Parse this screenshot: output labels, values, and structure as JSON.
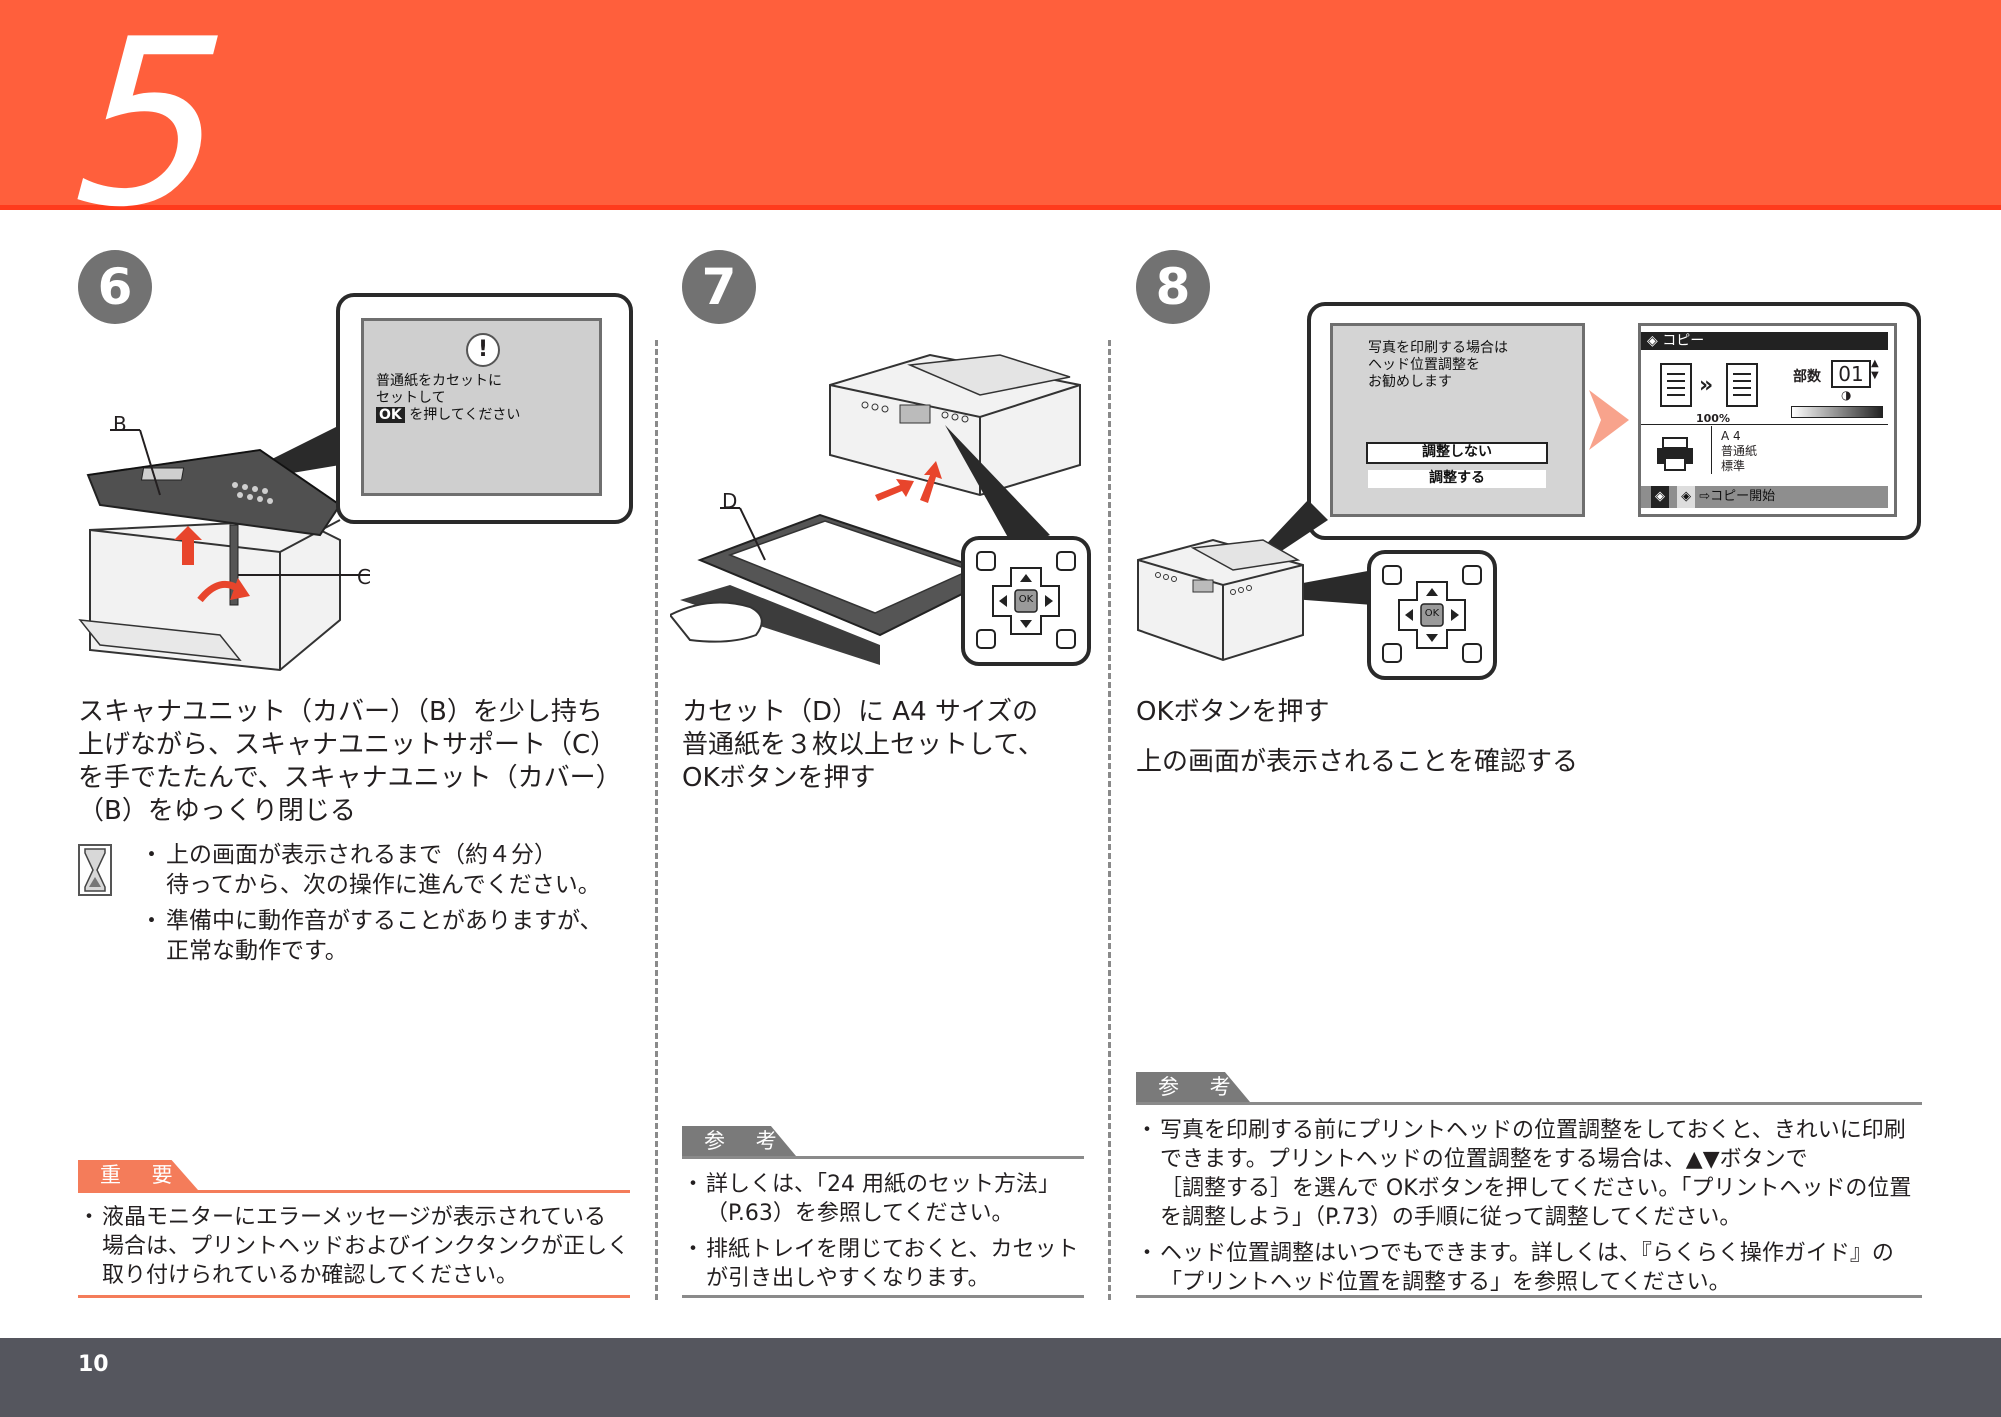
{
  "section_number": "5",
  "page_number": "10",
  "steps": [
    {
      "number": "6",
      "title_lines": [
        "スキャナユニット（カバー）（B）を少し持ち",
        "上げながら、スキャナユニットサポート（C）",
        "を手でたたんで、スキャナユニット（カバー）",
        "（B）をゆっくり閉じる"
      ],
      "labels": {
        "b": "B",
        "c": "C"
      },
      "lcd": {
        "icon": "!",
        "line1": "普通紙をカセットに",
        "line2": "セットして",
        "ok": "OK",
        "line3": "を押してください"
      },
      "wait_notes": [
        "上の画面が表示されるまで（約４分）",
        "待ってから、次の操作に進んでください。",
        "準備中に動作音がすることがありますが、",
        "正常な動作です。"
      ],
      "important_label": "重 要",
      "important_notes": [
        "液晶モニターにエラーメッセージが表示されている",
        "場合は、プリントヘッドおよびインクタンクが正しく",
        "取り付けられているか確認してください。"
      ]
    },
    {
      "number": "7",
      "title_lines": [
        "カセット（D）に A4 サイズの",
        "普通紙を３枚以上セットして、",
        "OKボタンを押す"
      ],
      "labels": {
        "d": "D",
        "ok": "OK"
      },
      "reference_label": "参 考",
      "reference_notes": [
        "詳しくは、「24 用紙のセット方法」",
        "（P.63）を参照してください。",
        "排紙トレイを閉じておくと、カセット",
        "が引き出しやすくなります。"
      ]
    },
    {
      "number": "8",
      "title_lines": [
        "OKボタンを押す"
      ],
      "subtitle": "上の画面が表示されることを確認する",
      "lcd_left": {
        "line1": "写真を印刷する場合は",
        "line2": "ヘッド位置調整を",
        "line3": "お勧めします",
        "option1": "調整しない",
        "option2": "調整する"
      },
      "lcd_right": {
        "header": "コピー",
        "copies_label": "部数",
        "copies_value": "01",
        "zoom": "100%",
        "paper_size": "A 4",
        "paper_type": "普通紙",
        "quality": "標準",
        "footer": "⇨コピー開始"
      },
      "labels": {
        "ok": "OK"
      },
      "reference_label": "参 考",
      "reference_notes": [
        "写真を印刷する前にプリントヘッドの位置調整をしておくと、きれいに印刷",
        "できます。プリントヘッドの位置調整をする場合は、▲▼ボタンで",
        "［調整する］を選んで OKボタンを押してください。「プリントヘッドの位置",
        "を調整しよう」（P.73）の手順に従って調整してください。",
        "ヘッド位置調整はいつでもできます。詳しくは、『らくらく操作ガイド』の",
        "「プリントヘッド位置を調整する」を参照してください。"
      ]
    }
  ],
  "colors": {
    "header": "#ff5f3c",
    "footer": "#55565e",
    "important": "#f47c5a",
    "reference": "#7a7a7a",
    "badge": "#727272",
    "arrow": "#f8a38c"
  }
}
